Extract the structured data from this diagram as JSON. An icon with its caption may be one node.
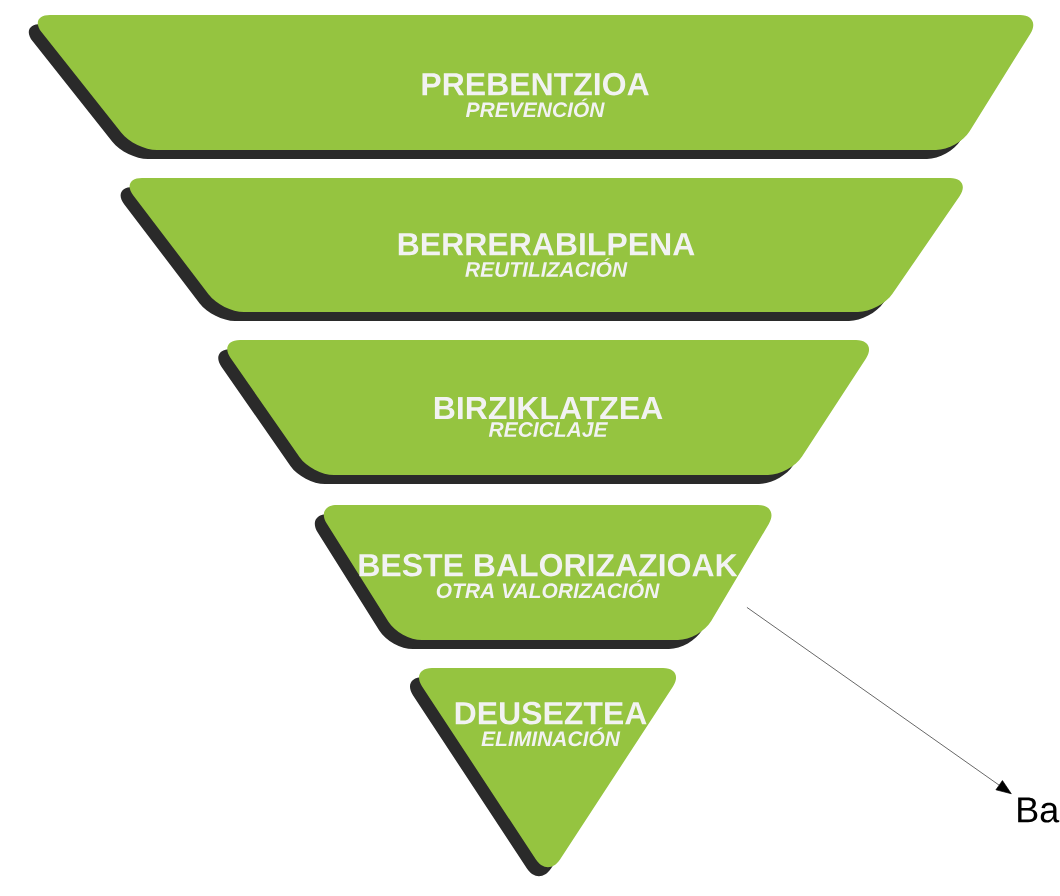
{
  "diagram": {
    "nodes": [
      {
        "text": [
          "PREBENTZIOA",
          "PREVENCIÓN"
        ]
      },
      {
        "text": [
          "BERRERABILPENA",
          "REUTILIZACIÓN"
        ]
      },
      {
        "text": [
          "BIRZIKLATZEA",
          "RECICLAJE"
        ]
      },
      {
        "text": [
          "BESTE BALORIZAZIOAK",
          "OTRA VALORIZACIÓN"
        ]
      },
      {
        "text": [
          "DEUSEZTEA",
          "ELIMINACIÓN"
        ]
      },
      {
        "text": [
          "Ba"
        ]
      }
    ],
    "edges": [
      {
        "from": 3,
        "to": 5,
        "arrow": "to"
      }
    ]
  }
}
